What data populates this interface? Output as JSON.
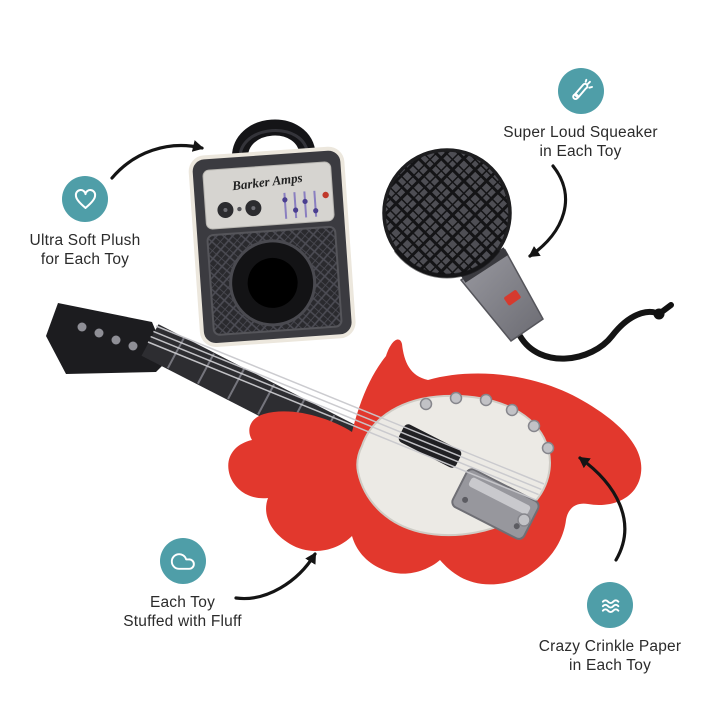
{
  "colors": {
    "accent_teal": "#4F9EA8",
    "text": "#2B2B2B",
    "guitar_red": "#E2382D",
    "background": "#FFFFFF"
  },
  "callouts": [
    {
      "icon": "heart-icon",
      "lines": [
        "Ultra Soft Plush",
        "for Each Toy"
      ]
    },
    {
      "icon": "squeaker-icon",
      "lines": [
        "Super Loud Squeaker",
        "in Each Toy"
      ]
    },
    {
      "icon": "fluff-icon",
      "lines": [
        "Each Toy",
        "Stuffed with Fluff"
      ]
    },
    {
      "icon": "crinkle-icon",
      "lines": [
        "Crazy Crinkle Paper",
        "in Each Toy"
      ]
    }
  ],
  "toys": {
    "amp": {
      "label": "Barker Amps"
    },
    "microphone": {},
    "guitar": {}
  }
}
